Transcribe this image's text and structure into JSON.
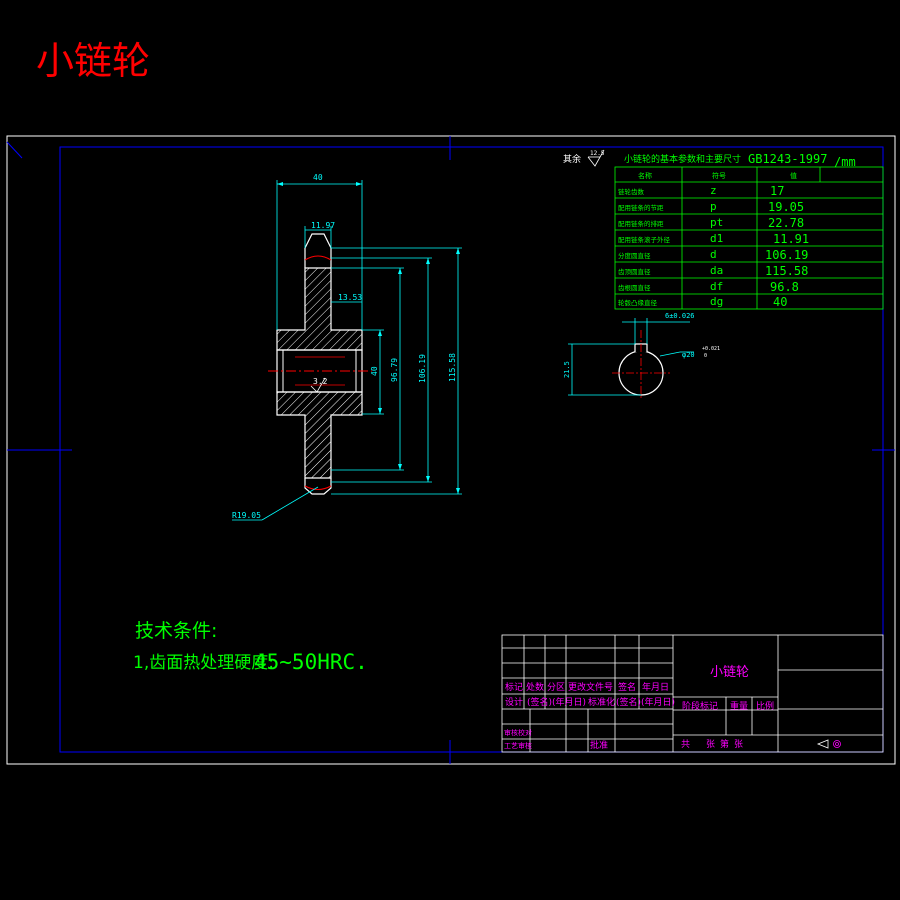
{
  "page_title": "小链轮",
  "param_table": {
    "title": "小链轮的基本参数和主要尺寸",
    "standard": "GB1243-1997",
    "unit": "/mm",
    "headers": [
      "名称",
      "符号",
      "值"
    ],
    "rows": [
      {
        "name": "链轮齿数",
        "symbol": "z",
        "value": "17"
      },
      {
        "name": "配用链条的节距",
        "symbol": "p",
        "value": "19.05"
      },
      {
        "name": "配用链条的排距",
        "symbol": "pt",
        "value": "22.78"
      },
      {
        "name": "配用链条滚子外径",
        "symbol": "d1",
        "value": "11.91"
      },
      {
        "name": "分度圆直径",
        "symbol": "d",
        "value": "106.19"
      },
      {
        "name": "齿顶圆直径",
        "symbol": "da",
        "value": "115.58"
      },
      {
        "name": "齿根圆直径",
        "symbol": "df",
        "value": "96.8"
      },
      {
        "name": "轮毂凸缘直径",
        "symbol": "dg",
        "value": "40"
      }
    ]
  },
  "surface_note": {
    "label": "其余",
    "roughness": "12.5"
  },
  "dimensions": {
    "width": "40",
    "tooth_width": "11.97",
    "hub_step": "13.53",
    "bore": "40",
    "root_dia": "96.79",
    "pitch_dia": "106.19",
    "tip_dia": "115.58",
    "radius": "R19.05",
    "roughness": "3.2",
    "keyway_width": "6±0.026",
    "keyway_depth": "21.5",
    "bore_dia": "φ20",
    "bore_tol_upper": "+0.021",
    "bore_tol_lower": "0"
  },
  "tech_requirements": {
    "title": "技术条件:",
    "item1_prefix": "1,齿面热处理硬度:",
    "item1_value": "45~50HRC."
  },
  "title_block": {
    "part_name": "小链轮",
    "row_labels": [
      "标记",
      "处数",
      "分区",
      "更改文件号",
      "签名",
      "年月日"
    ],
    "design_row": [
      "设计",
      "(签名)",
      "(年月日)",
      "标准化",
      "(签名)",
      "(年月日)"
    ],
    "review_label": "审核校对",
    "process_label": "工艺审核",
    "approve_label": "批准",
    "stage_label": "阶段标记",
    "weight_label": "重量",
    "scale_label": "比例",
    "sheets_label": "共",
    "sheet_label": "张",
    "page_label": "第",
    "page_unit": "张"
  },
  "colors": {
    "title": "#ff0000",
    "frame": "#0000ff",
    "outline": "#ffffff",
    "dim": "#00ffff",
    "table": "#00ff00",
    "hatch": "#ffffff",
    "block_text": "#ff00ff",
    "center": "#ff0000"
  }
}
